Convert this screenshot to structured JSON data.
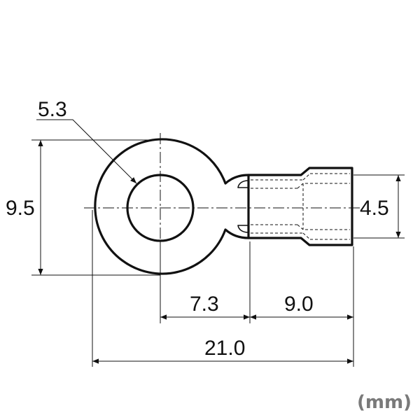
{
  "drawing": {
    "dimensions": {
      "hole_diameter": "5.3",
      "ring_outer_height": "9.5",
      "sleeve_height": "4.5",
      "ring_center_to_barrel": "7.3",
      "barrel_length": "9.0",
      "overall_length": "21.0"
    },
    "unit": "(mm)",
    "colors": {
      "line": "#111111",
      "unit_text": "#7a7a7a"
    }
  }
}
